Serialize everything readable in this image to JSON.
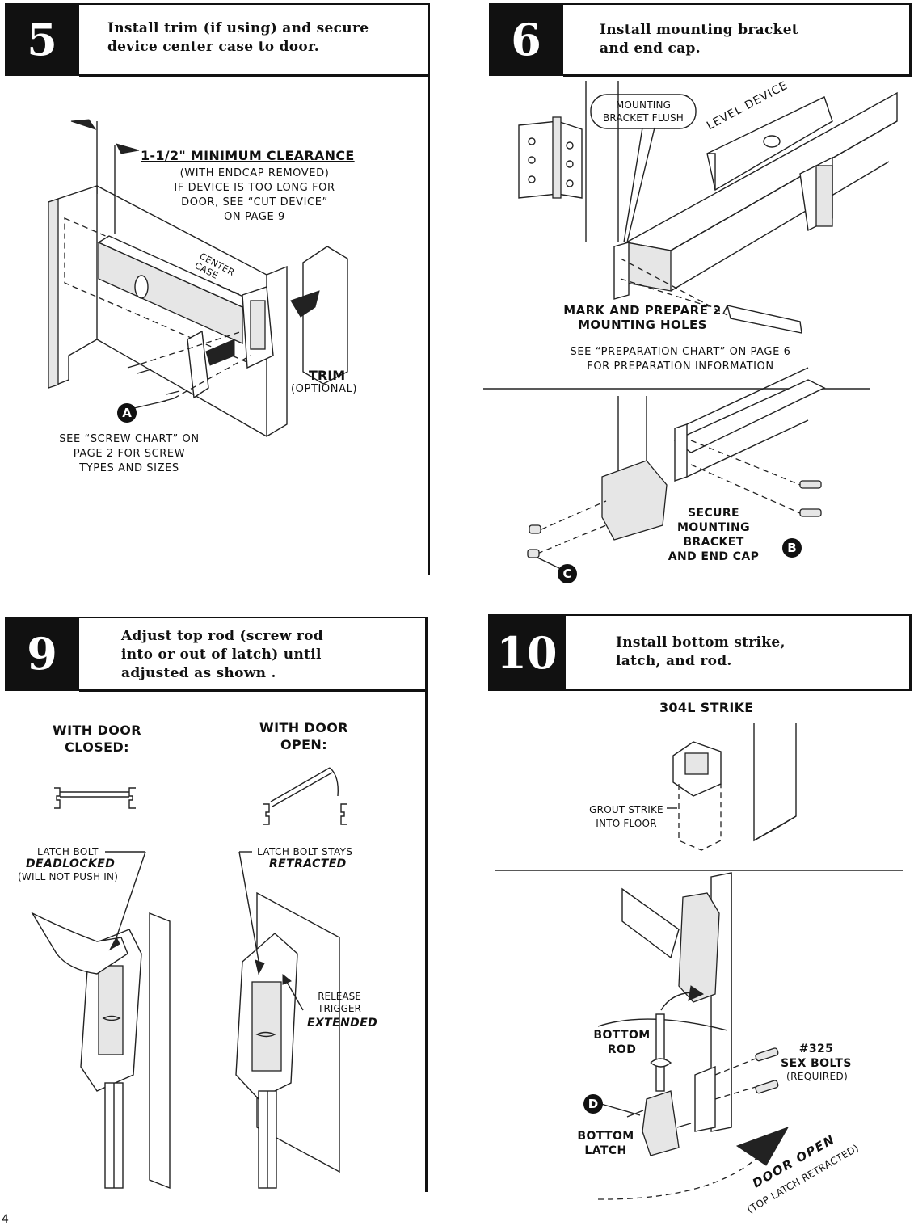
{
  "page_number": "4",
  "steps": {
    "s5": {
      "number": "5",
      "title": "Install trim (if using) and secure\ndevice center case to door.",
      "clearance": "1-1/2\" MINIMUM CLEARANCE",
      "clearance_note": "(WITH ENDCAP REMOVED)\nIF DEVICE IS TOO LONG FOR\nDOOR, SEE “CUT DEVICE”\nON PAGE 9",
      "center_case": "CENTER\nCASE",
      "trim": "TRIM",
      "trim_optional": "(OPTIONAL)",
      "marker": "A",
      "screw_note": "SEE “SCREW CHART” ON\nPAGE 2 FOR SCREW\nTYPES AND SIZES"
    },
    "s6": {
      "number": "6",
      "title": "Install mounting bracket\nand end cap.",
      "bracket_flush": "MOUNTING\nBRACKET FLUSH",
      "level_device": "LEVEL DEVICE",
      "mark_prepare": "MARK AND PREPARE 2\nMOUNTING HOLES",
      "prep_note": "SEE “PREPARATION CHART” ON PAGE 6\nFOR PREPARATION INFORMATION",
      "secure": "SECURE\nMOUNTING\nBRACKET\nAND END CAP",
      "marker_b": "B",
      "marker_c": "C"
    },
    "s9": {
      "number": "9",
      "title": "Adjust top rod (screw rod\ninto or out of latch) until\nadjusted as shown .",
      "closed_heading": "WITH DOOR\nCLOSED:",
      "open_heading": "WITH DOOR\nOPEN:",
      "latch_bolt": "LATCH BOLT",
      "deadlocked": "DEADLOCKED",
      "will_not": "(WILL NOT PUSH IN)",
      "stays": "LATCH BOLT STAYS",
      "retracted": "RETRACTED",
      "release_trigger": "RELEASE\nTRIGGER",
      "extended": "EXTENDED"
    },
    "s10": {
      "number": "10",
      "title": "Install bottom strike,\nlatch, and rod.",
      "strike": "304L STRIKE",
      "grout": "GROUT STRIKE\nINTO FLOOR",
      "bottom_rod": "BOTTOM\nROD",
      "bottom_latch": "BOTTOM\nLATCH",
      "sex_bolts": "#325\nSEX BOLTS",
      "required": "(REQUIRED)",
      "marker_d": "D",
      "door_open": "DOOR OPEN",
      "top_latch": "(TOP LATCH RETRACTED)"
    }
  }
}
